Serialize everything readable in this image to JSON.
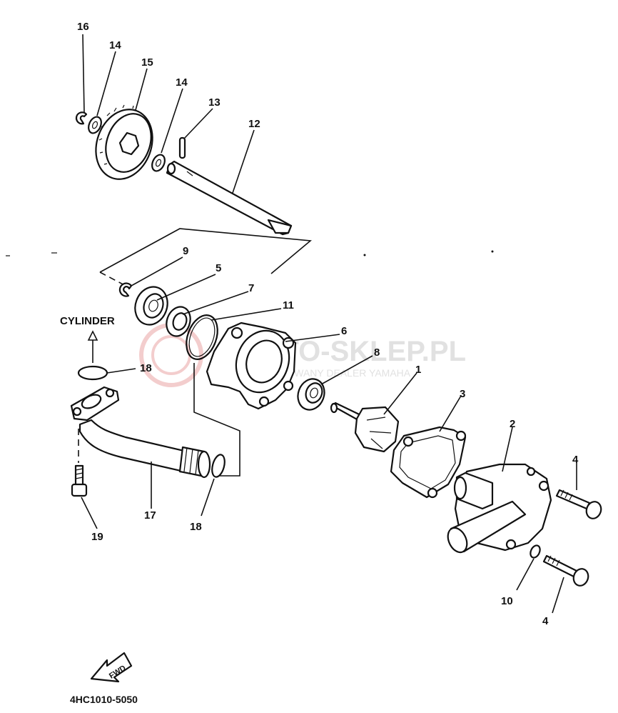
{
  "diagram": {
    "callouts": {
      "c1": "1",
      "c2": "2",
      "c3": "3",
      "c4a": "4",
      "c4b": "4",
      "c5": "5",
      "c6": "6",
      "c7": "7",
      "c8": "8",
      "c9": "9",
      "c10": "10",
      "c11": "11",
      "c12": "12",
      "c13": "13",
      "c14a": "14",
      "c14b": "14",
      "c15": "15",
      "c16": "16",
      "c17": "17",
      "c18a": "18",
      "c18b": "18",
      "c19": "19"
    },
    "cylinder_label": "CYLINDER",
    "fwd_label": "FWD",
    "figure_code": "4HC1010-5050"
  },
  "watermark": {
    "text": "MOTO-SKLEP.PL",
    "subtext": "AUTORYZOWANY DEALER YAMAHA",
    "color": "#dedede"
  }
}
